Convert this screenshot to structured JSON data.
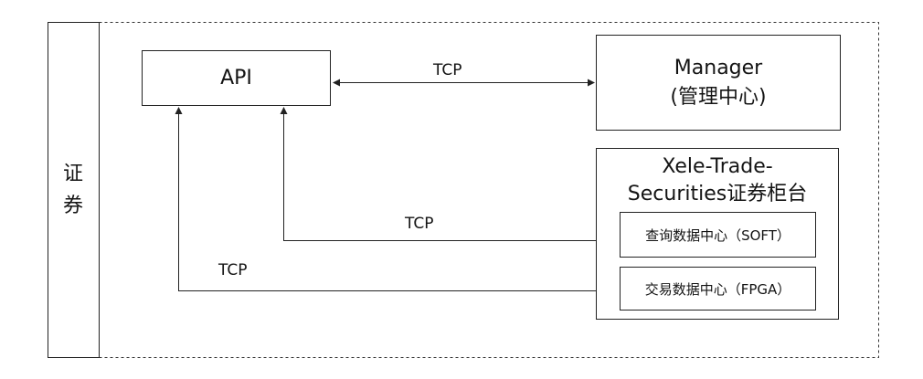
{
  "side_label": {
    "line1": "证",
    "line2": "券"
  },
  "api": {
    "label": "API"
  },
  "manager": {
    "line1": "Manager",
    "line2": "(管理中心)"
  },
  "counter": {
    "line1": "Xele-Trade-",
    "line2": "Securities证券柜台"
  },
  "query_center": {
    "label": "查询数据中心（SOFT）"
  },
  "trade_center": {
    "label": "交易数据中心（FPGA）"
  },
  "links": {
    "api_manager": "TCP",
    "api_query": "TCP",
    "api_trade": "TCP"
  }
}
